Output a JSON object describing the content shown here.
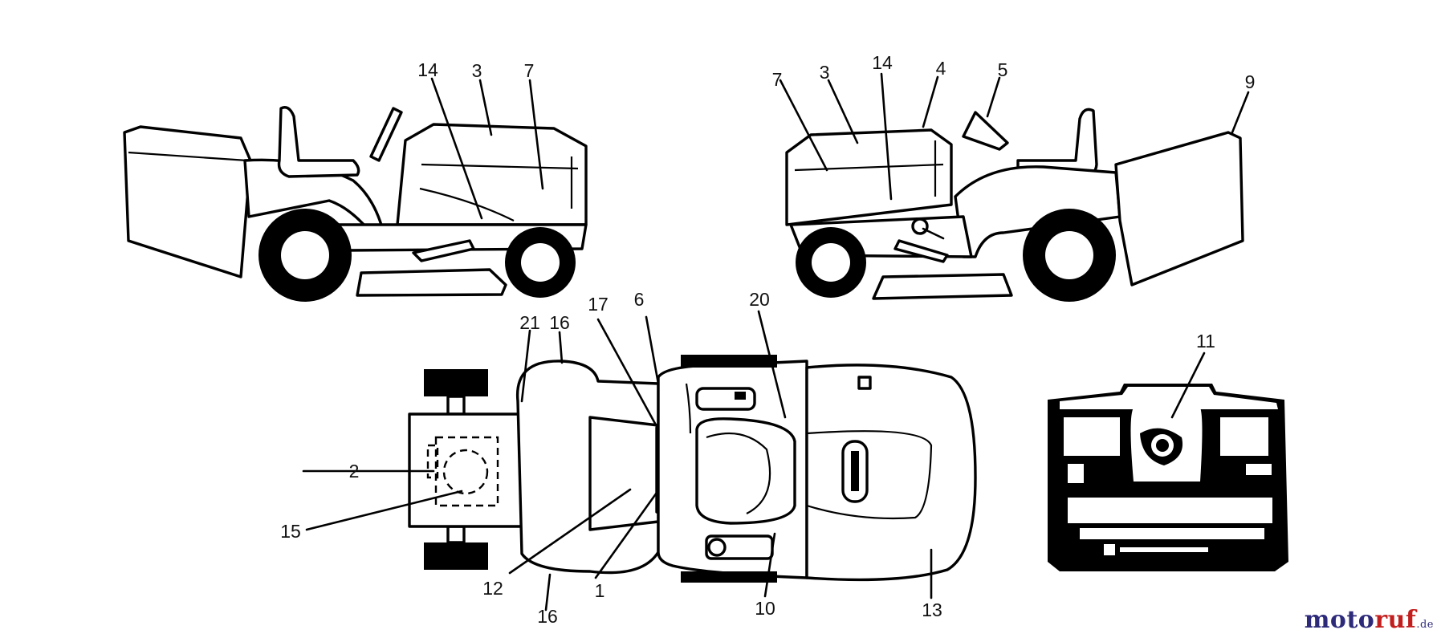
{
  "callouts": {
    "c1": "1",
    "c2": "2",
    "c3": "3",
    "c4": "4",
    "c5": "5",
    "c6": "6",
    "c7": "7",
    "c9": "9",
    "c10": "10",
    "c11": "11",
    "c12": "12",
    "c13": "13",
    "c14": "14",
    "c15": "15",
    "c16": "16",
    "c17": "17",
    "c20": "20",
    "c21": "21"
  },
  "watermark": {
    "part1": "moto",
    "part2": "ruf",
    "part3": ".de"
  },
  "colors": {
    "brand_blue": "#2d2a7a",
    "brand_red": "#c21e1e"
  }
}
